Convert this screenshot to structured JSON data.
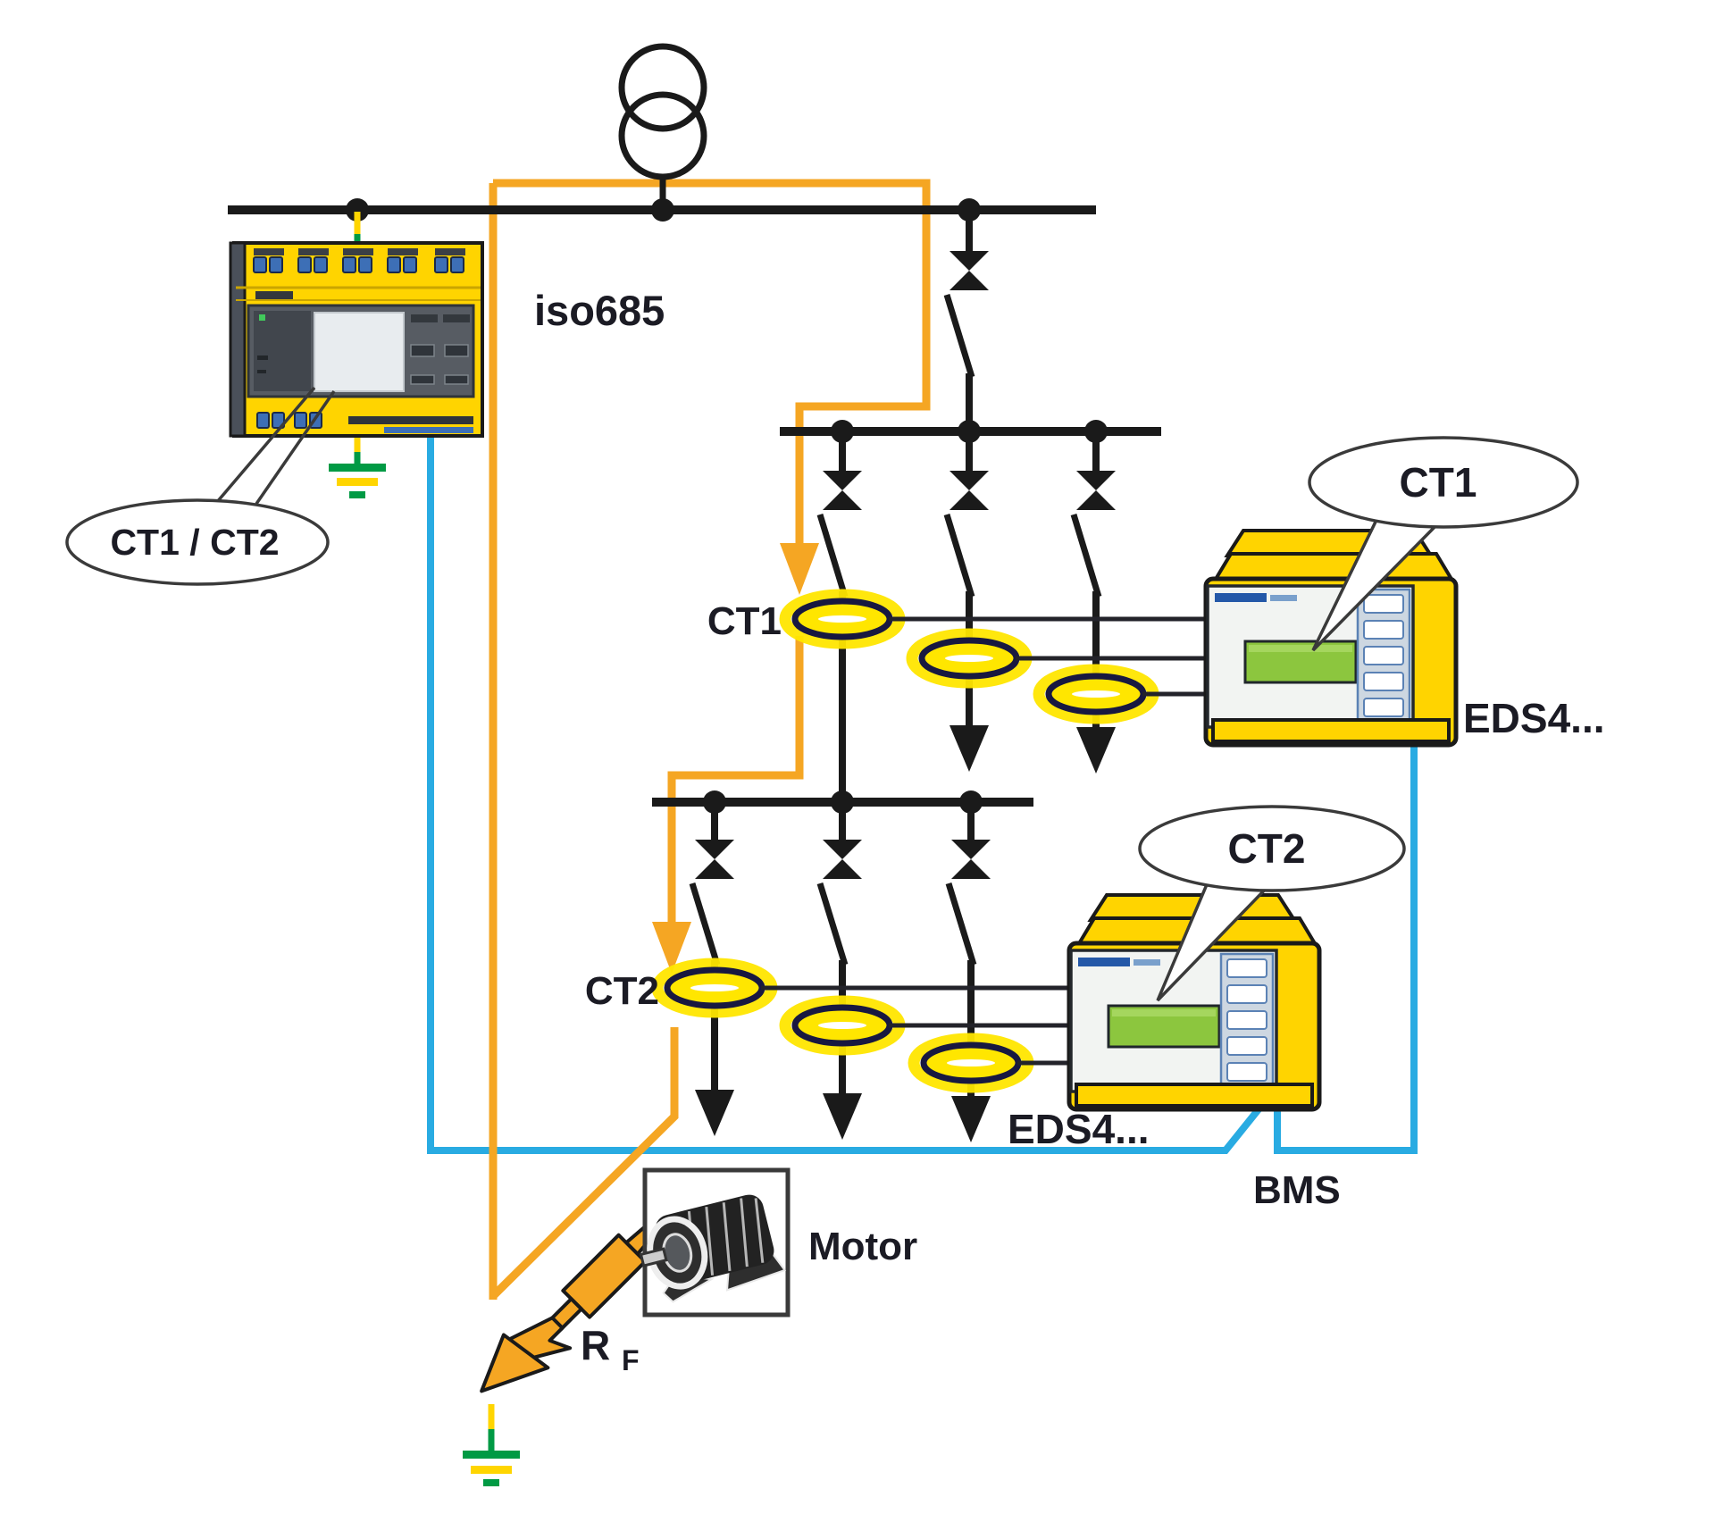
{
  "diagram": {
    "labels": {
      "iso_device": "iso685",
      "iso_callout": "CT1 / CT2",
      "ct1": "CT1",
      "ct2": "CT2",
      "eds1_callout": "CT1",
      "eds2_callout": "CT2",
      "eds1": "EDS4...",
      "eds2": "EDS4...",
      "bms": "BMS",
      "motor": "Motor",
      "fault_r": "R",
      "fault_r_sub": "F"
    },
    "colors": {
      "measuring_lead_orange": "#F5A623",
      "bms_blue": "#29ABE2",
      "ct_ring_yellow": "#FFE600",
      "ct_ring_outline": "#181840",
      "device_yellow": "#FFD400",
      "lcd_green": "#8CC63E",
      "ground_green": "#009A44",
      "ground_yellow": "#FFD500",
      "line_black": "#1A1A1A",
      "bubble_fill": "#FFFFFF"
    }
  }
}
